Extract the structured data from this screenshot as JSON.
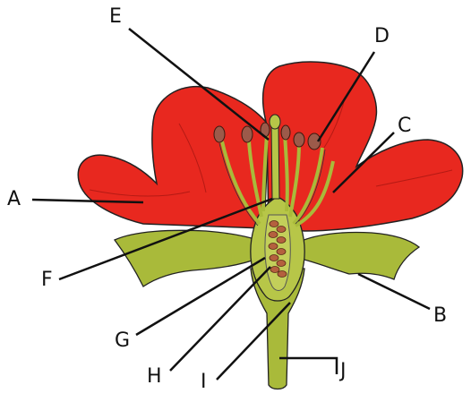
{
  "diagram": {
    "labels": {
      "A": "A",
      "B": "B",
      "C": "C",
      "D": "D",
      "E": "E",
      "F": "F",
      "G": "G",
      "H": "H",
      "I": "I",
      "J": "J"
    }
  },
  "colors": {
    "petal": "#e8281f",
    "sepal": "#a9ba3a",
    "pistil": "#b7c648",
    "anther": "#9c5a4a",
    "outline": "#222222"
  }
}
